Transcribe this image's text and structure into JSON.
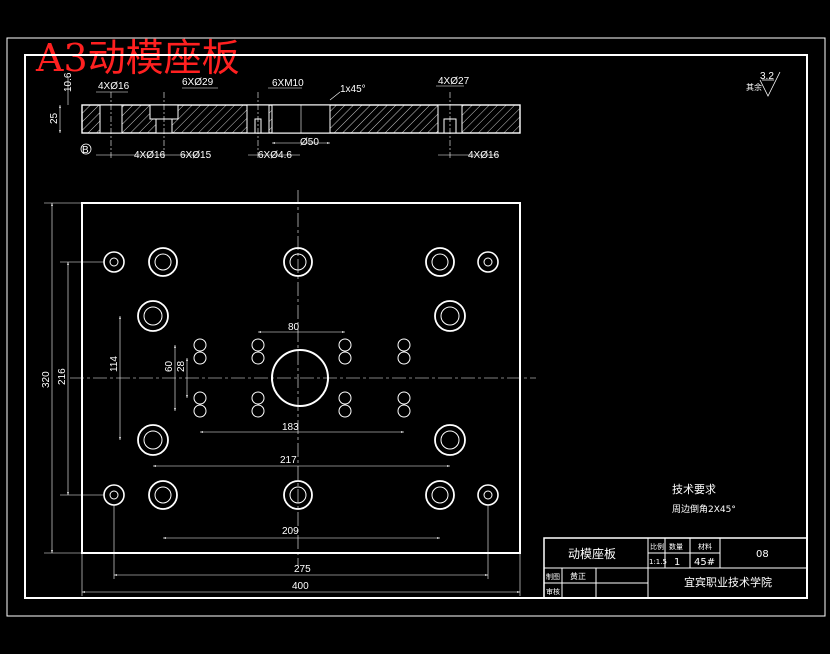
{
  "title_watermark": "A3动模座板",
  "top_view": {
    "labels": {
      "holes_16_top": "4XØ16",
      "holes_29_top": "6XØ29",
      "m10_top": "6XM10",
      "chamfer": "1x45°",
      "holes_27_top": "4XØ27",
      "dim_10_6": "10.6",
      "dim_25": "25",
      "section_mark": "B",
      "holes_16_bottom": "4XØ16",
      "holes_15_bottom": "6XØ15",
      "holes_4_6_bottom": "6XØ4.6",
      "dim_50": "Ø50",
      "holes_16_bottom_right": "4XØ16"
    }
  },
  "roughness": {
    "prefix": "其余",
    "value": "3.2"
  },
  "plan_view": {
    "dims": {
      "d80": "80",
      "d114": "114",
      "d216": "216",
      "d320": "320",
      "d60": "60",
      "d28": "28",
      "d183": "183",
      "d217": "217",
      "d209": "209",
      "d275": "275",
      "d400": "400"
    }
  },
  "tech_requirements": {
    "heading": "技术要求",
    "item": "周边倒角2X45°"
  },
  "title_block": {
    "part_name": "动模座板",
    "col_labels": [
      "比例",
      "数量",
      "材料"
    ],
    "scale": "1:1.5",
    "quantity": "1",
    "material": "45#",
    "drawing_no": "08",
    "row_labels": [
      "制图",
      "审核"
    ],
    "drafter": "黄正",
    "school": "宜宾职业技术学院"
  }
}
